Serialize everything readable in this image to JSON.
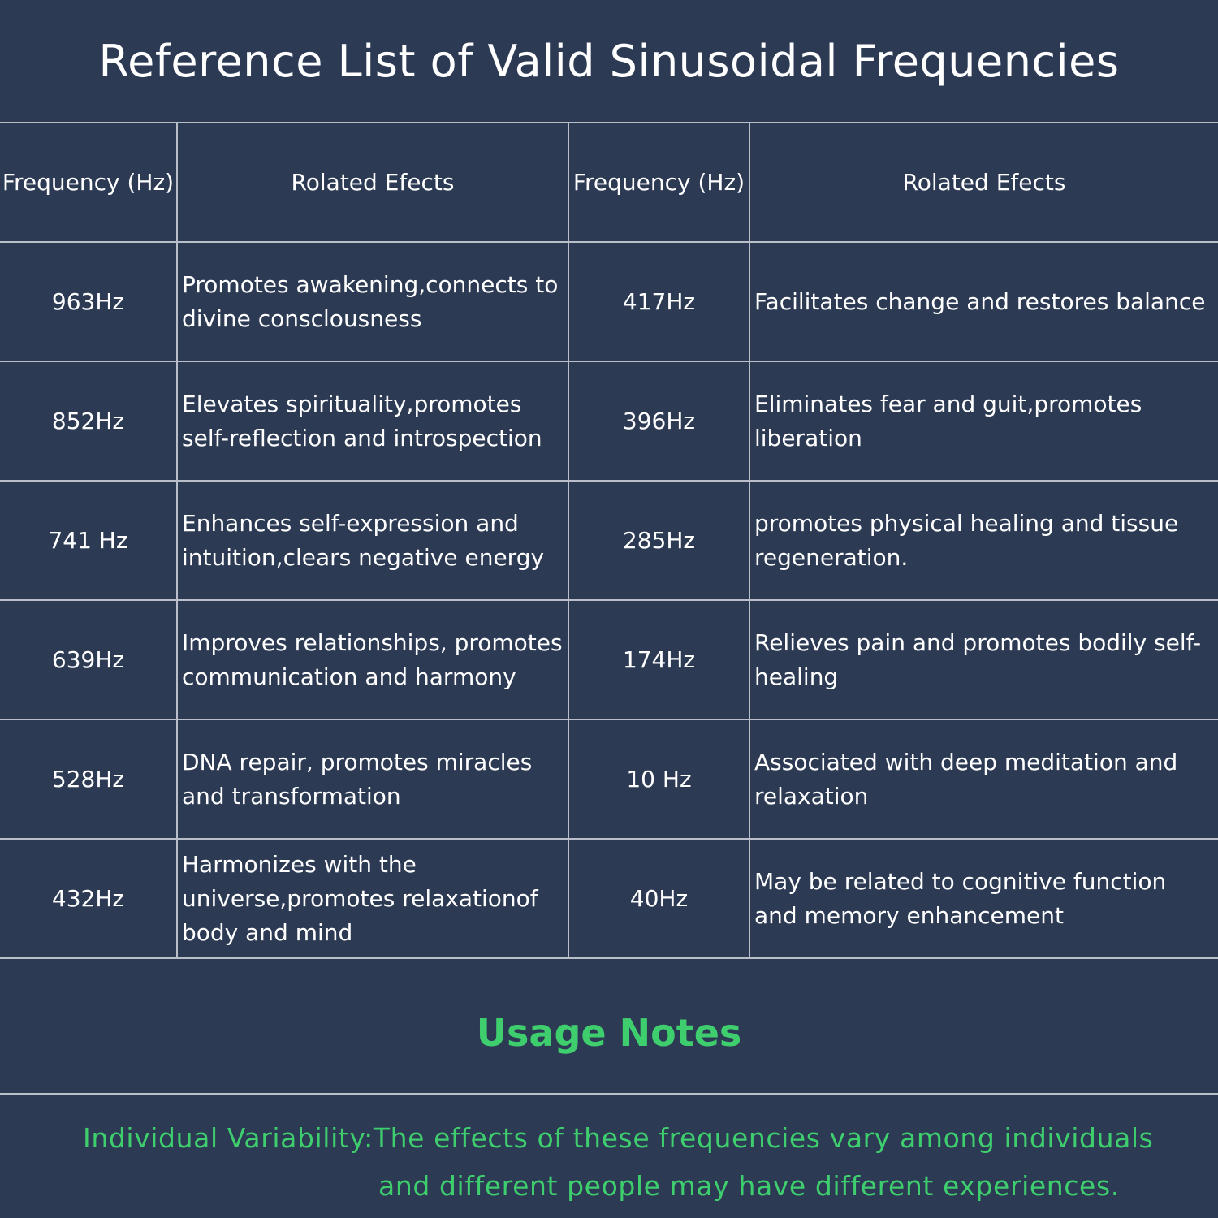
{
  "title": "Reference List of Valid Sinusoidal Frequencies",
  "table": {
    "headers": [
      "Frequency (Hz)",
      "Rolated Efects",
      "Frequency (Hz)",
      "Rolated Efects"
    ],
    "rows": [
      {
        "freq_left": "963Hz",
        "effect_left": "Promotes awakening,connects to divine consclousness",
        "freq_right": "417Hz",
        "effect_right": "Facilitates change and restores balance"
      },
      {
        "freq_left": "852Hz",
        "effect_left": "Elevates spirituality,promotes self-reflection and introspection",
        "freq_right": "396Hz",
        "effect_right": "Eliminates fear and guit,promotes liberation"
      },
      {
        "freq_left": "741 Hz",
        "effect_left": "Enhances self-expression and intuition,clears negative energy",
        "freq_right": "285Hz",
        "effect_right": "promotes physical healing and tissue regeneration."
      },
      {
        "freq_left": "639Hz",
        "effect_left": "Improves relationships, promotes communication and harmony",
        "freq_right": "174Hz",
        "effect_right": "Relieves pain and promotes bodily self-healing"
      },
      {
        "freq_left": "528Hz",
        "effect_left": "DNA repair, promotes miracles and transformation",
        "freq_right": "10 Hz",
        "effect_right": "Associated with deep meditation and relaxation"
      },
      {
        "freq_left": "432Hz",
        "effect_left": "Harmonizes with the universe,promotes relaxationof body and mind",
        "freq_right": "40Hz",
        "effect_right": "May be related to cognitive function and memory enhancement"
      }
    ]
  },
  "notes": {
    "heading": "Usage Notes",
    "line1": "Individual Variability:The effects of these frequencies vary among individuals",
    "line2": "and different people may have different experiences."
  },
  "colors": {
    "background": "#2c3a54",
    "grid": "#b9bec8",
    "accent_green": "#3fce6e",
    "text": "#ffffff"
  }
}
